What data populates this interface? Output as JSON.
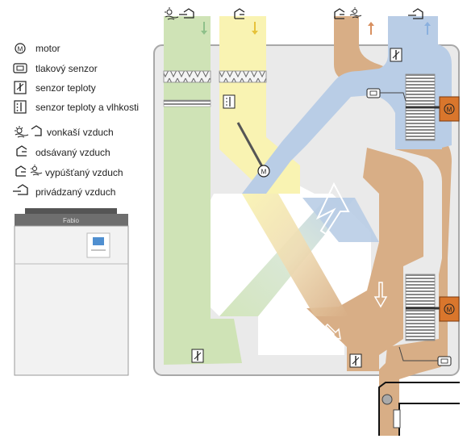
{
  "legend": {
    "motor": "motor",
    "pressure_sensor": "tlakový senzor",
    "temp_sensor": "senzor teploty",
    "temp_humidity_sensor": "senzor teploty a vlhkosti",
    "outdoor_air": "vonkaší vzduch",
    "extract_air": "odsávaný vzduch",
    "exhaust_air": "vypúšťaný vzduch",
    "supply_air": "privádzaný vzduch"
  },
  "unit_brand": "Fabio",
  "motor_symbol": "M",
  "colors": {
    "outdoor": "#cfe3b6",
    "extract": "#f9f3b2",
    "exhaust": "#d8ae86",
    "supply": "#b9cde6",
    "motor_box": "#d9762c",
    "casing_border": "#a8a8a8",
    "arrow_green": "#8fc08a",
    "arrow_yellow": "#e6c23a",
    "arrow_orange": "#d89060",
    "arrow_blue": "#8ab0de"
  }
}
